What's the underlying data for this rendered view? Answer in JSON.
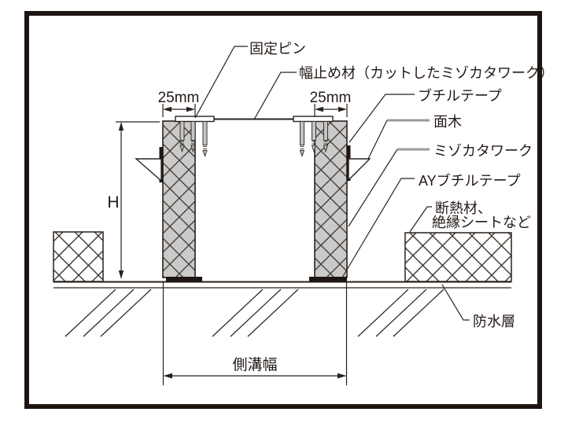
{
  "diagram": {
    "title_hint": "側溝用ミゾカタワーク納まり断面図",
    "labels": {
      "fixing_pin": "固定ピン",
      "width_stopper": "幅止め材（カットしたミゾカタワーク）",
      "butyl_tape": "ブチルテープ",
      "chamfer_strip": "面木",
      "mizokatawork": "ミゾカタワーク",
      "ay_butyl_tape": "AYブチルテープ",
      "insulation_line1": "断熱材、",
      "insulation_line2": "絶縁シートなど",
      "waterproof_layer": "防水層"
    },
    "dimensions": {
      "left_width": "25mm",
      "right_width": "25mm",
      "height": "H",
      "gutter_width": "側溝幅"
    },
    "colors": {
      "line": "#2a211c",
      "tape_black": "#1d1511",
      "pillar_fill": "#cacaca",
      "gray_tick": "#9a9a9a",
      "background": "#ffffff"
    }
  }
}
